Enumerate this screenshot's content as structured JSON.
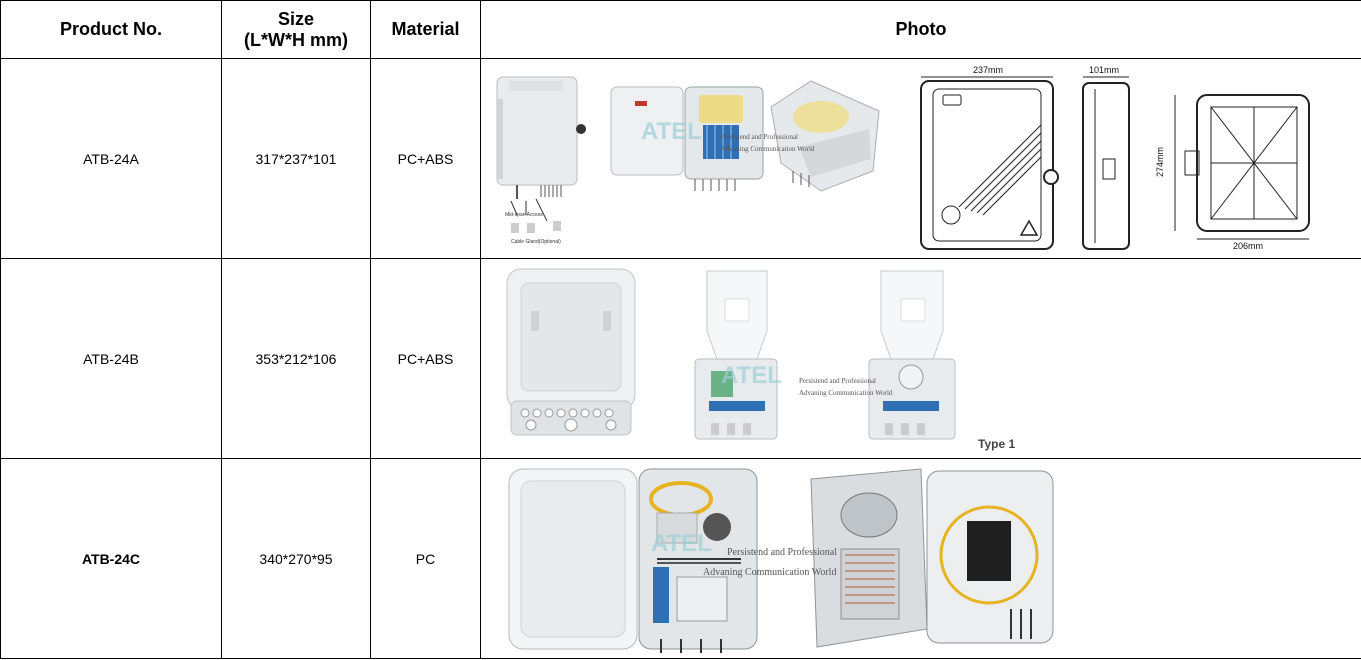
{
  "headers": {
    "product_no": "Product No.",
    "size_line1": "Size",
    "size_line2": "(L*W*H mm)",
    "material": "Material",
    "photo": "Photo"
  },
  "rows": [
    {
      "product_no": "ATB-24A",
      "size": "317*237*101",
      "material": "PC+ABS",
      "photo": {
        "callouts": [
          "Mid-span Access",
          "Cable Gland(Optional)"
        ],
        "dimensions": [
          "237mm",
          "101mm",
          "274mm",
          "206mm"
        ],
        "watermark": [
          "Persistend and Professional",
          "Advaning Communication World"
        ]
      }
    },
    {
      "product_no": "ATB-24B",
      "size": "353*212*106",
      "material": "PC+ABS",
      "photo": {
        "watermark": [
          "Persistend and Professional",
          "Advaning Communication World"
        ],
        "caption": "Type 1"
      }
    },
    {
      "product_no": "ATB-24C",
      "size": "340*270*95",
      "material": "PC",
      "photo": {
        "watermark": [
          "Persistend and Professional",
          "Advaning Communication World"
        ]
      }
    }
  ]
}
